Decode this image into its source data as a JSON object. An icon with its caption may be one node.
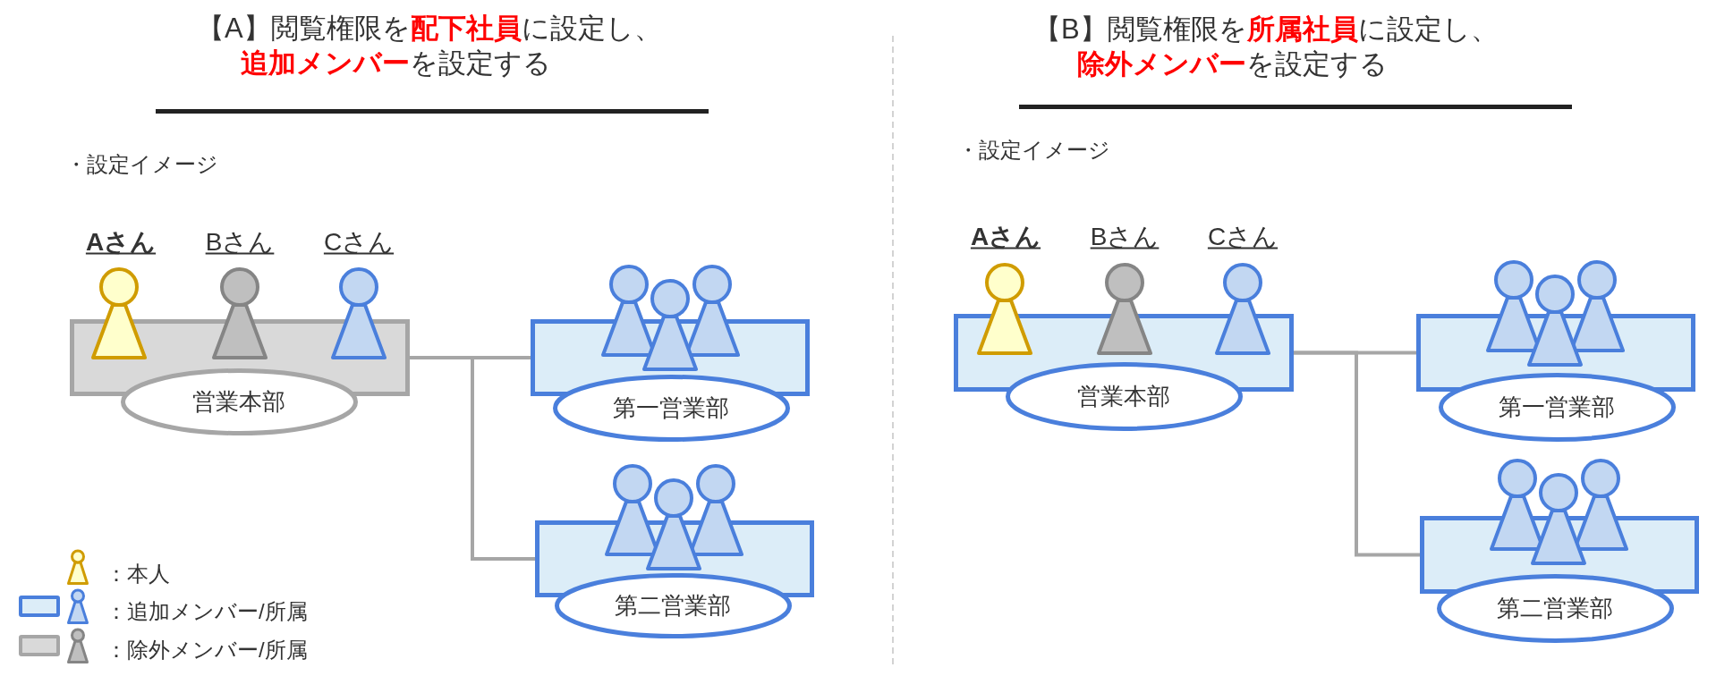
{
  "diagram": {
    "nodes": [
      {
        "text": [],
        "shape": "box"
      },
      {
        "text": [
          "営業本部"
        ]
      },
      {
        "text": [],
        "shape": "box"
      },
      {
        "text": [
          "第一営業部"
        ]
      },
      {
        "text": [],
        "shape": "box"
      },
      {
        "text": [
          "第二営業部"
        ]
      },
      {
        "text": [],
        "shape": "box"
      },
      {
        "text": [
          "営業本部"
        ]
      },
      {
        "text": [],
        "shape": "box"
      },
      {
        "text": [
          "第一営業部"
        ]
      },
      {
        "text": [],
        "shape": "box"
      },
      {
        "text": [
          "第二営業部"
        ]
      }
    ],
    "edges": [
      {
        "from": 0,
        "to": 2,
        "arrow": "none"
      },
      {
        "from": 0,
        "to": 4,
        "arrow": "none"
      },
      {
        "from": 6,
        "to": 8,
        "arrow": "none"
      },
      {
        "from": 6,
        "to": 10,
        "arrow": "none"
      }
    ],
    "labels": [
      "【A】閲覧権限を**配下社員**に設定し、**追加メンバー**を設定する",
      "・設定イメージ",
      "Aさん",
      "Bさん",
      "Cさん",
      "【B】閲覧権限を**所属社員**に設定し、**除外メンバー**を設定する",
      "・設定イメージ",
      "Aさん",
      "Bさん",
      "Cさん"
    ],
    "legend": [
      {
        "text": "：本人"
      },
      {
        "text": "：追加メンバー/所属"
      },
      {
        "text": "：除外メンバー/所属"
      }
    ]
  }
}
